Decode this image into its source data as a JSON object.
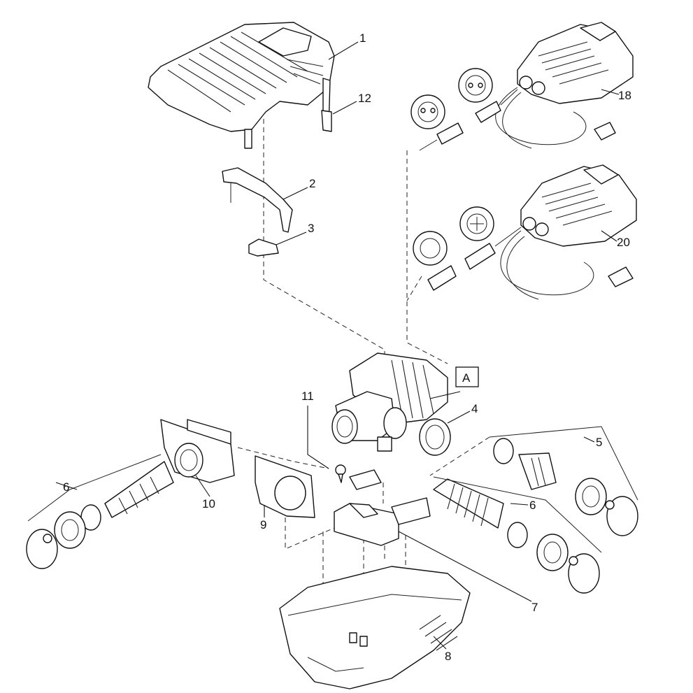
{
  "callouts": {
    "c1": "1",
    "c2": "2",
    "c3": "3",
    "c4": "4",
    "c5": "5",
    "c6a": "6",
    "c6b": "6",
    "c7": "7",
    "c8": "8",
    "c9": "9",
    "c10": "10",
    "c11": "11",
    "c12": "12",
    "c18": "18",
    "c20": "20",
    "boxA": "A"
  },
  "colors": {
    "line": "#111111",
    "background": "#ffffff"
  }
}
